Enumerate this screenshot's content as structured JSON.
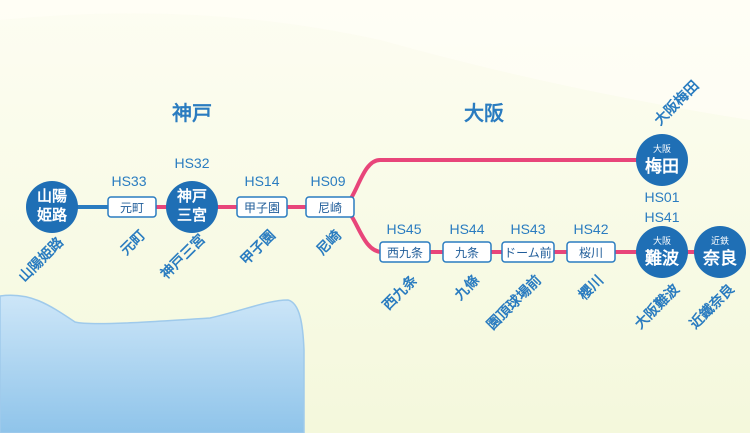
{
  "regions": {
    "kobe": "神戸",
    "osaka": "大阪"
  },
  "colors": {
    "line": "#e8457a",
    "spur": "#2a7cc0",
    "station": "#1f6fb5",
    "text": "#2a7cc0"
  },
  "stations": {
    "sanyo_himeji": {
      "circle": "山陽\n姫路",
      "name": "山陽姫路"
    },
    "motomachi": {
      "code": "HS33",
      "box": "元町",
      "name": "元町"
    },
    "kobe_sannomiya": {
      "code": "HS32",
      "circle": "神戸\n三宮",
      "name": "神戸三宮"
    },
    "koshien": {
      "code": "HS14",
      "box": "甲子園",
      "name": "甲子園"
    },
    "amagasaki": {
      "code": "HS09",
      "box": "尼崎",
      "name": "尼崎"
    },
    "umeda": {
      "code": "HS01",
      "small": "大阪",
      "circle": "梅田",
      "name": "大阪梅田"
    },
    "nishikujo": {
      "code": "HS45",
      "box": "西九条",
      "name": "西九条"
    },
    "kujo": {
      "code": "HS44",
      "box": "九条",
      "name": "九條"
    },
    "dome_mae": {
      "code": "HS43",
      "box": "ドーム前",
      "name": "園頂球場前"
    },
    "sakuragawa": {
      "code": "HS42",
      "box": "桜川",
      "name": "櫻川"
    },
    "namba": {
      "code": "HS41",
      "small": "大阪",
      "circle": "難波",
      "name": "大阪難波"
    },
    "kintetsu_nara": {
      "small": "近鉄",
      "circle": "奈良",
      "name": "近鐵奈良"
    }
  }
}
